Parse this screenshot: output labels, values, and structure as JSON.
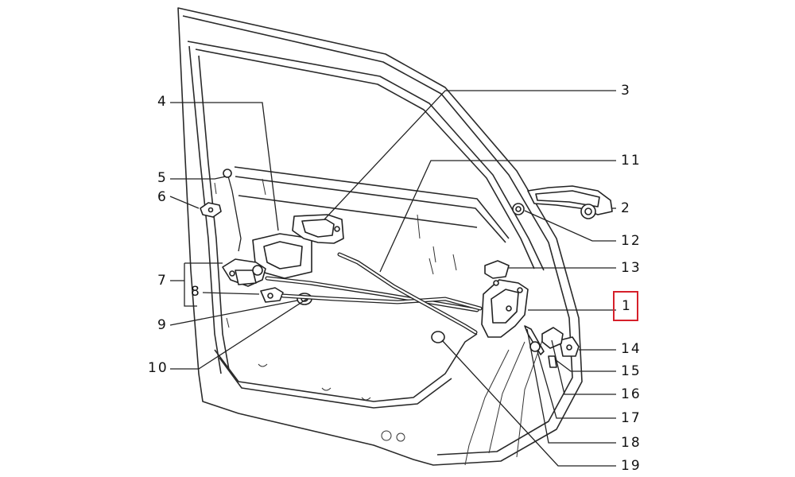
{
  "diagram": {
    "callouts": [
      {
        "id": "1",
        "text": "1",
        "highlighted": true
      },
      {
        "id": "2",
        "text": "2"
      },
      {
        "id": "3",
        "text": "3"
      },
      {
        "id": "4",
        "text": "4"
      },
      {
        "id": "5",
        "text": "5"
      },
      {
        "id": "6",
        "text": "6"
      },
      {
        "id": "7",
        "text": "7"
      },
      {
        "id": "8",
        "text": "8"
      },
      {
        "id": "9",
        "text": "9"
      },
      {
        "id": "10",
        "text": "10"
      },
      {
        "id": "11",
        "text": "11"
      },
      {
        "id": "12",
        "text": "12"
      },
      {
        "id": "13",
        "text": "13"
      },
      {
        "id": "14",
        "text": "14"
      },
      {
        "id": "15",
        "text": "15"
      },
      {
        "id": "16",
        "text": "16"
      },
      {
        "id": "17",
        "text": "17"
      },
      {
        "id": "18",
        "text": "18"
      },
      {
        "id": "19",
        "text": "19"
      }
    ],
    "highlight_color": "#d6202a",
    "line_color": "#222222"
  }
}
